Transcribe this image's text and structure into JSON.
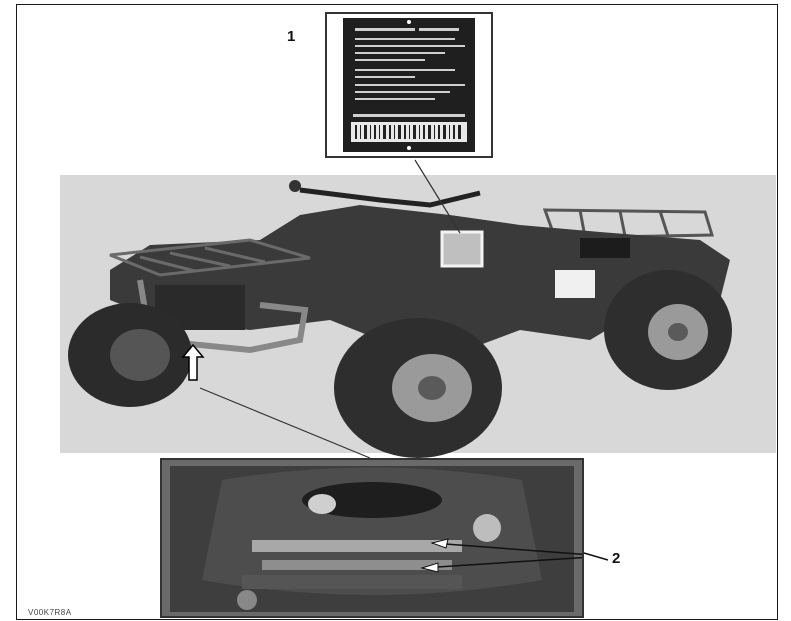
{
  "callouts": {
    "one": "1",
    "two": "2"
  },
  "footer_code": "V00K7R8A",
  "colors": {
    "photo_bg": "#d8d8d8",
    "label_dark": "#222222",
    "border": "#1a1a1a"
  }
}
